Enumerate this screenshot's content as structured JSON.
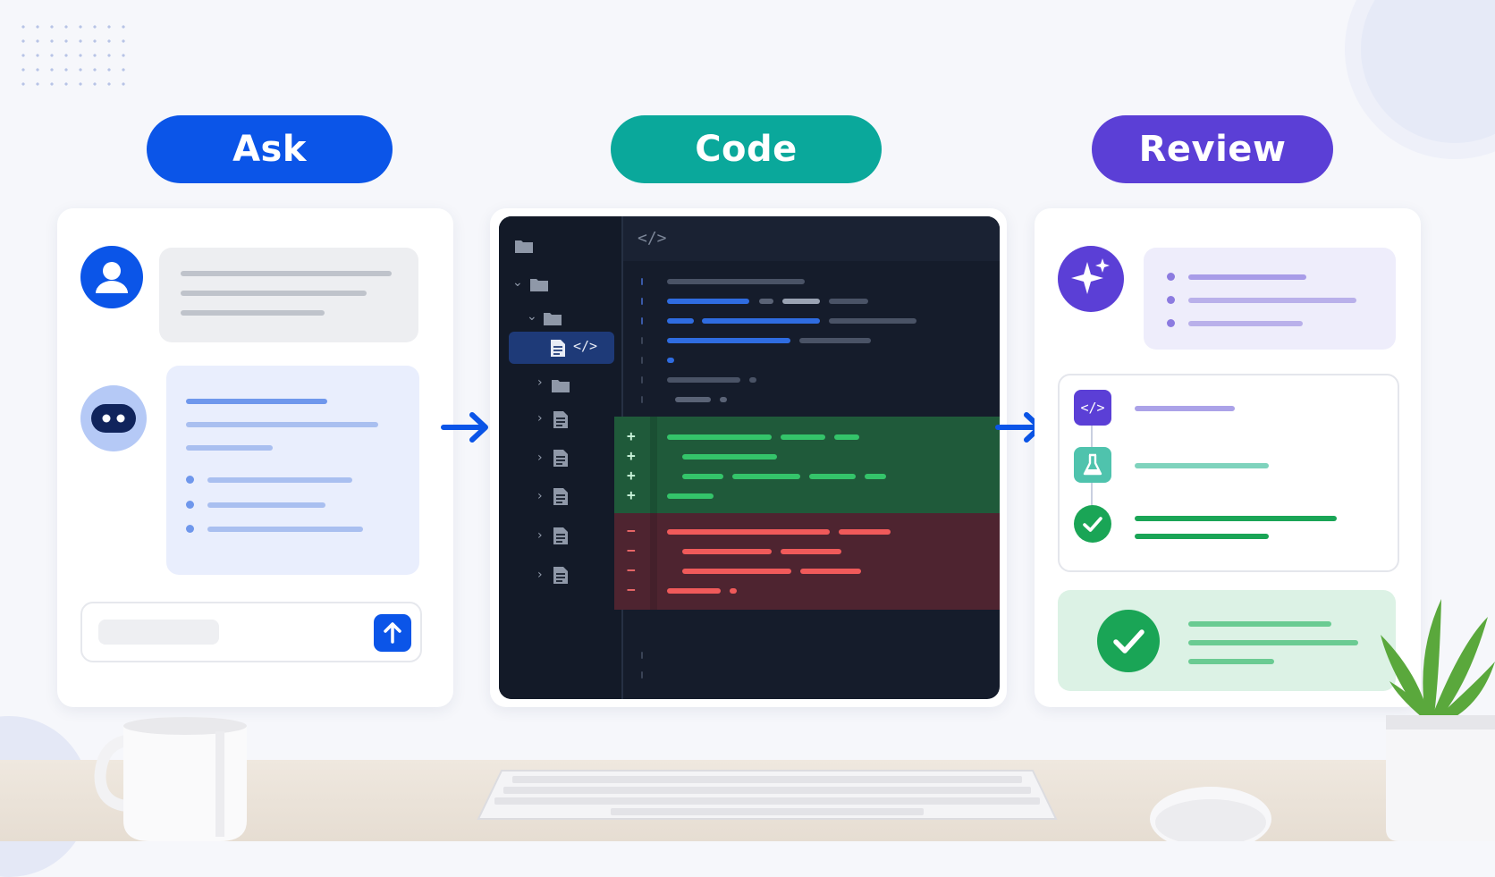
{
  "stages": [
    {
      "label": "Ask",
      "color": "#0b55e8"
    },
    {
      "label": "Code",
      "color": "#0aa89b"
    },
    {
      "label": "Review",
      "color": "#5b3fd6"
    }
  ],
  "icons": {
    "user": "user-avatar-icon",
    "bot": "robot-icon",
    "send": "arrow-up-icon",
    "sparkle": "sparkle-icon",
    "code": "code-icon",
    "test": "flask-icon",
    "check": "check-icon"
  },
  "editor": {
    "tab_glyph": "</>",
    "active_file_glyph": "</>",
    "add_marker": "+",
    "remove_marker": "−"
  },
  "colors": {
    "ask": "#0b55e8",
    "code": "#0aa89b",
    "review": "#5b3fd6",
    "editor_bg": "#151c2b",
    "diff_add": "#1f5a3a",
    "diff_remove": "#4e2430"
  }
}
